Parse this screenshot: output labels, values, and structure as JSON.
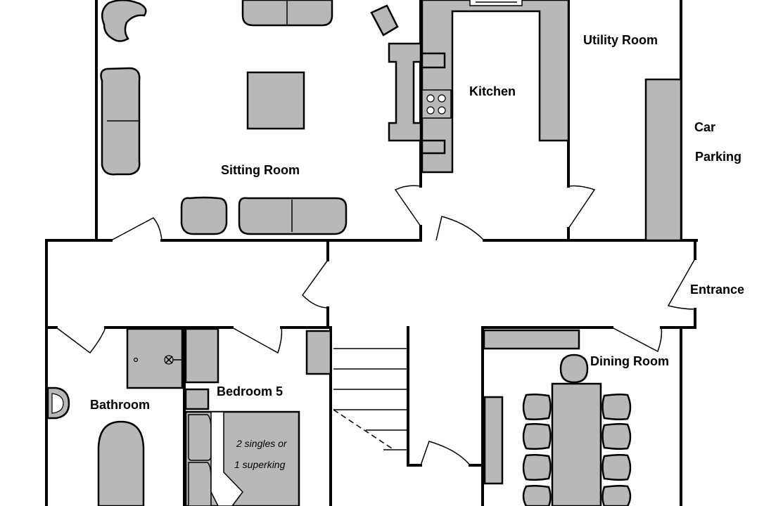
{
  "floorplan": {
    "rooms": {
      "sitting_room": "Sitting Room",
      "kitchen": "Kitchen",
      "utility_room": "Utility Room",
      "car": "Car",
      "parking": "Parking",
      "entrance": "Entrance",
      "bathroom": "Bathroom",
      "bedroom5": "Bedroom 5",
      "dining_room": "Dining Room"
    },
    "notes": {
      "bed_line1": "2 singles or",
      "bed_line2": "1 superking"
    },
    "colors": {
      "furniture_fill": "#b8b8b8",
      "wall": "#000000",
      "background": "#ffffff"
    }
  }
}
